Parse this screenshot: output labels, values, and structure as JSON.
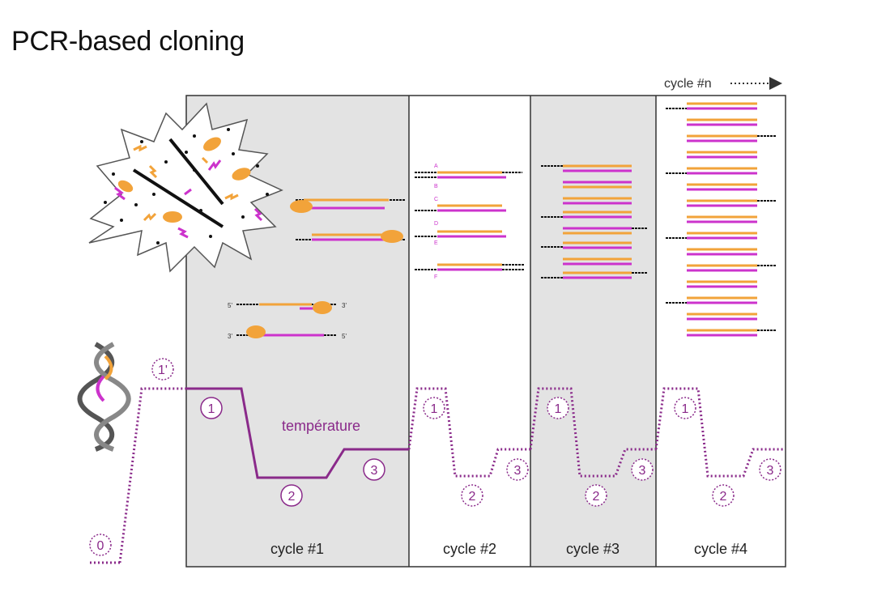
{
  "title": "PCR-based cloning",
  "cycle_n_label": "cycle #n",
  "temperature_label": "température",
  "cycles": [
    {
      "label": "cycle #1"
    },
    {
      "label": "cycle #2"
    },
    {
      "label": "cycle #3"
    },
    {
      "label": "cycle #4"
    }
  ],
  "steps": {
    "zero": "0",
    "one_prime": "1'",
    "one": "1",
    "two": "2",
    "three": "3"
  },
  "strand_ends": {
    "five": "5'",
    "three": "3'"
  },
  "strand_letters": [
    "A",
    "B",
    "C",
    "D",
    "E",
    "F"
  ],
  "colors": {
    "orange": "#f2a33a",
    "magenta": "#cc33cc",
    "purple": "#8a2a8a",
    "panel_gray": "#e3e3e3",
    "black": "#111111"
  }
}
